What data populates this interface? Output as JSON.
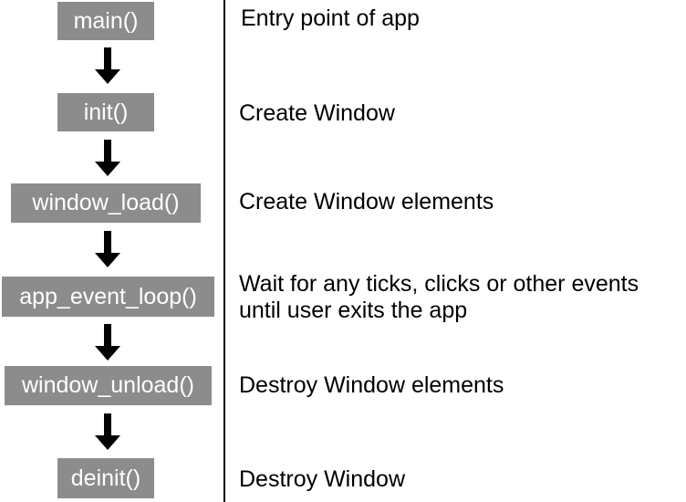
{
  "steps": [
    {
      "func": "main()",
      "desc_lines": [
        "Entry point of app"
      ]
    },
    {
      "func": "init()",
      "desc_lines": [
        "Create Window"
      ]
    },
    {
      "func": "window_load()",
      "desc_lines": [
        "Create Window elements"
      ]
    },
    {
      "func": "app_event_loop()",
      "desc_lines": [
        "Wait for any ticks, clicks or other events",
        "until user exits the app"
      ]
    },
    {
      "func": "window_unload()",
      "desc_lines": [
        "Destroy Window elements"
      ]
    },
    {
      "func": "deinit()",
      "desc_lines": [
        "Destroy Window"
      ]
    }
  ],
  "colors": {
    "box_fill": "#8c8c8c",
    "box_text": "#ffffff",
    "arrow": "#000000",
    "divider": "#000000"
  }
}
